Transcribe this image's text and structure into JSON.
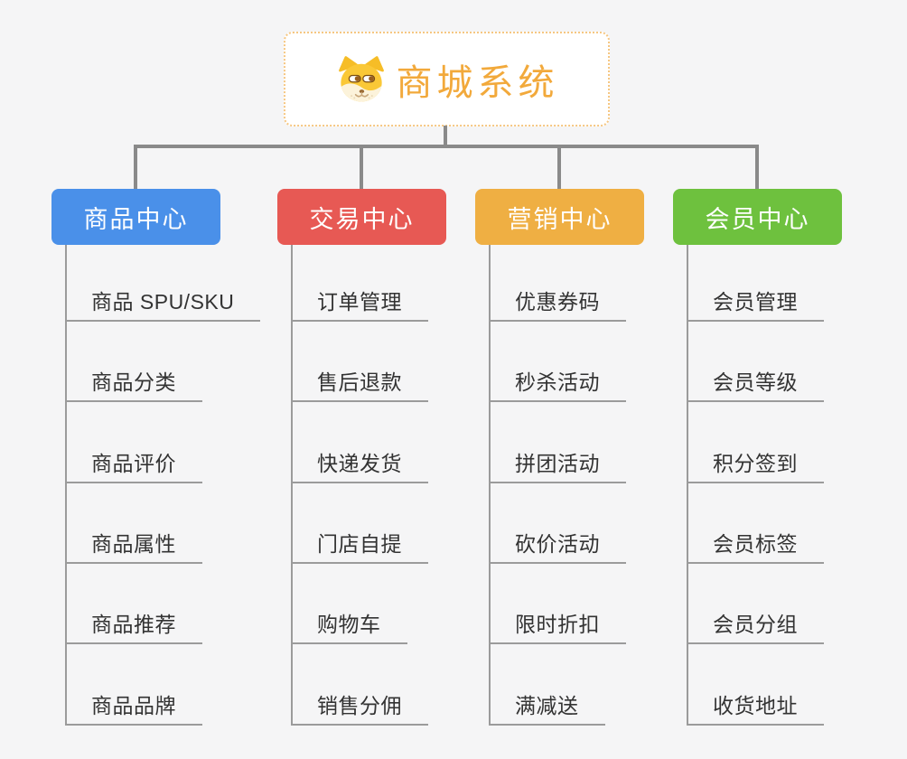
{
  "root": {
    "label": "商城系统",
    "icon": "shiba-dog-face-icon",
    "accent_color": "#f2a93b",
    "border_color": "#f6c782"
  },
  "branches": [
    {
      "label": "商品中心",
      "color": "#4a90e9",
      "children": [
        "商品 SPU/SKU",
        "商品分类",
        "商品评价",
        "商品属性",
        "商品推荐",
        "商品品牌"
      ]
    },
    {
      "label": "交易中心",
      "color": "#e75954",
      "children": [
        "订单管理",
        "售后退款",
        "快递发货",
        "门店自提",
        "购物车",
        "销售分佣"
      ]
    },
    {
      "label": "营销中心",
      "color": "#efaf43",
      "children": [
        "优惠券码",
        "秒杀活动",
        "拼团活动",
        "砍价活动",
        "限时折扣",
        "满减送"
      ]
    },
    {
      "label": "会员中心",
      "color": "#6ec13e",
      "children": [
        "会员管理",
        "会员等级",
        "积分签到",
        "会员标签",
        "会员分组",
        "收货地址"
      ]
    }
  ],
  "colors": {
    "background": "#f5f5f6",
    "connector": "#8a8a8a",
    "underline": "#9b9b9b",
    "child_text": "#333333"
  }
}
